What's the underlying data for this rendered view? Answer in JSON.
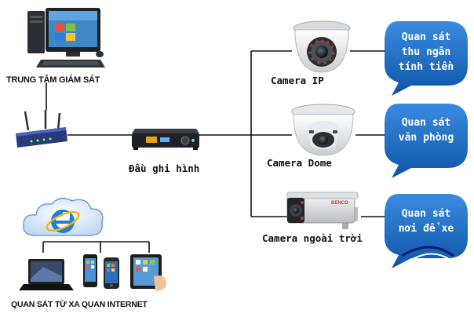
{
  "labels": {
    "monitoring_center": "TRUNG TÂM GIÁM SÁT",
    "recorder": "Đầu ghi hình",
    "camera_ip": "Camera IP",
    "camera_dome": "Camera Dome",
    "camera_outdoor": "Camera ngoài trời",
    "remote_view": "QUAN SÁT TỪ XA QUAN INTERNET"
  },
  "bubbles": {
    "ip": [
      "Quan sát",
      "thu ngân",
      "tính tiền"
    ],
    "dome": [
      "Quan sát",
      "văn phòng"
    ],
    "outdoor": [
      "Quan sát",
      "nơi để xe"
    ]
  },
  "brand": "BENCO",
  "colors": {
    "bubble": "#1c6fc4",
    "bubble_dark": "#0e4f97",
    "line": "#111111"
  }
}
